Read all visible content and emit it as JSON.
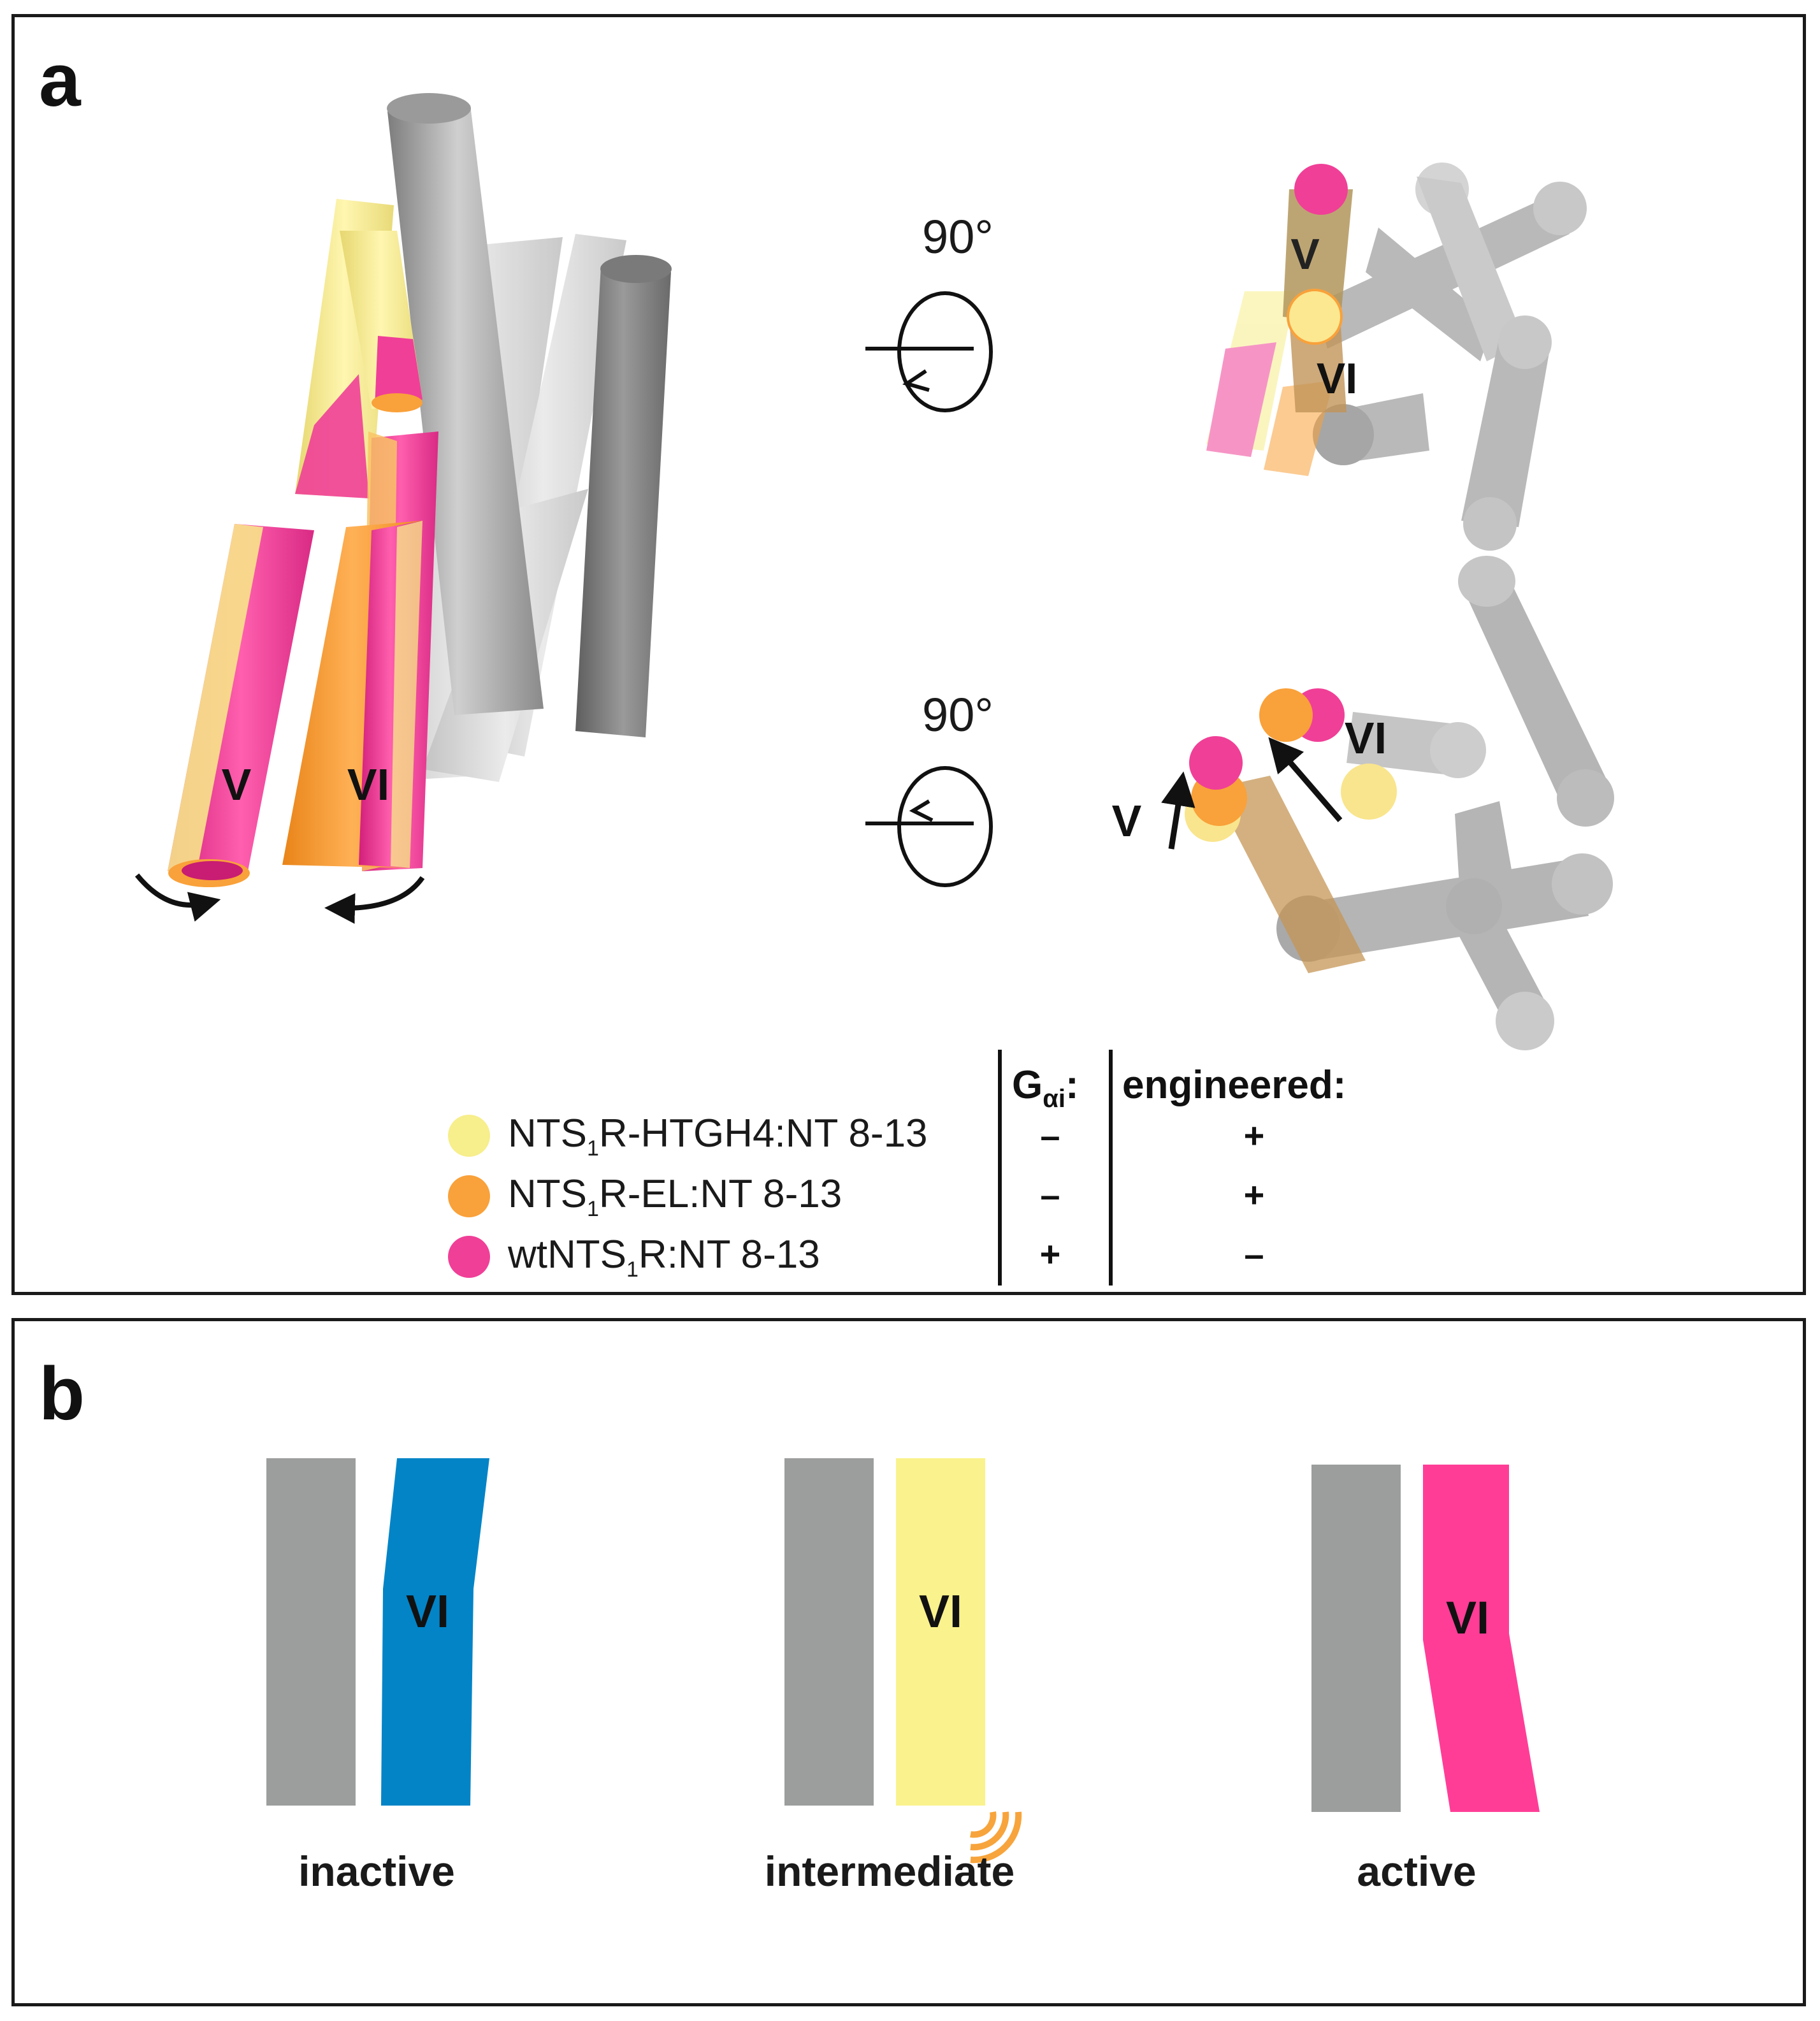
{
  "panel_a": {
    "label": "a",
    "helix_labels": {
      "v": "V",
      "vi": "VI"
    },
    "rotation_label": "90°",
    "colors": {
      "ntsr_htgh4": "#f7ee8c",
      "ntsr_el": "#f9a13a",
      "wt_ntsr": "#f03f97",
      "helix_gray": "#9a9a9a"
    },
    "legend": {
      "header_gai_main": "G",
      "header_gai_sub": "αi",
      "header_gai_colon": ":",
      "header_engineered": "engineered:",
      "rows": [
        {
          "pre": "NTS",
          "sub": "1",
          "post": "R-HTGH4:NT 8-13",
          "gai": "–",
          "engineered": "+",
          "color": "#f7ee8c"
        },
        {
          "pre": "NTS",
          "sub": "1",
          "post": "R-EL:NT 8-13",
          "gai": "–",
          "engineered": "+",
          "color": "#f9a13a"
        },
        {
          "pre": "wtNTS",
          "sub": "1",
          "post": "R:NT 8-13",
          "gai": "+",
          "engineered": "–",
          "color": "#f03f97"
        }
      ]
    }
  },
  "panel_b": {
    "label": "b",
    "helix_label": "VI",
    "states": [
      {
        "label": "inactive",
        "color": "#0284c7"
      },
      {
        "label": "intermediate",
        "color": "#faf28c"
      },
      {
        "label": "active",
        "color": "#ff3d97"
      }
    ],
    "colors": {
      "gray_helix": "#9c9d9d",
      "signal_arcs": "#f7a43c"
    }
  }
}
